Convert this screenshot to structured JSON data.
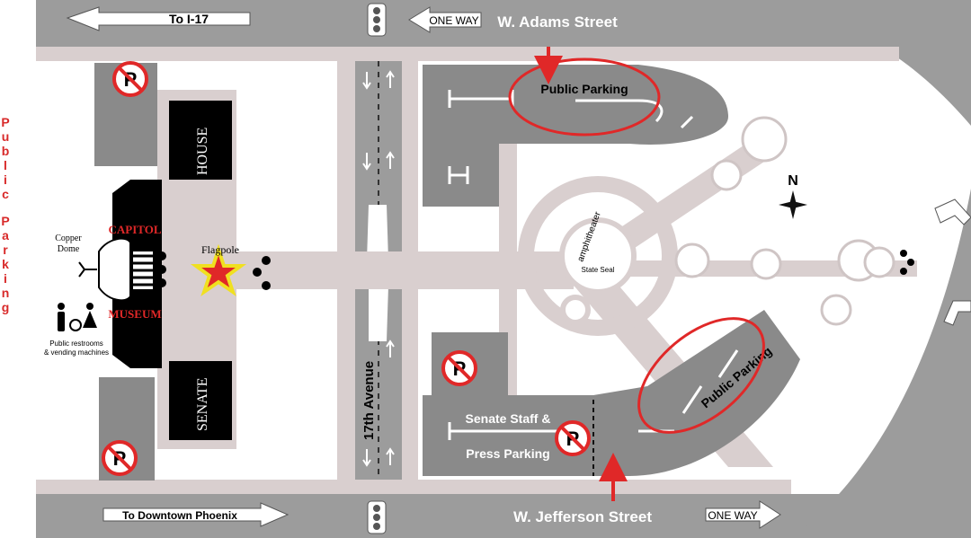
{
  "legend": {
    "title_word1": "Public",
    "title_word2": "Parking"
  },
  "streets": {
    "north": "W. Adams Street",
    "south": "W. Jefferson Street",
    "west_avenue": "17th Avenue"
  },
  "directions": {
    "to_i17": "To I-17",
    "to_downtown": "To Downtown Phoenix",
    "one_way": "ONE WAY"
  },
  "buildings": {
    "house": "HOUSE",
    "senate": "SENATE",
    "capitol": "CAPITOL",
    "museum": "MUSEUM",
    "copper_dome": [
      "Copper",
      "Dome"
    ],
    "restrooms": [
      "Public restrooms",
      "& vending machines"
    ]
  },
  "landmarks": {
    "flagpole": "Flagpole",
    "amphitheater": "amphitheater",
    "state_seal": "State Seal",
    "north": "N"
  },
  "parking": {
    "public_north": "Public Parking",
    "public_east": "Public Parking",
    "senate_staff": [
      "Senate Staff &",
      "Press Parking"
    ],
    "no_parking_symbol": "P"
  },
  "colors": {
    "road": "#9c9c9c",
    "lot": "#8a8a8a",
    "path": "#d9cfcf",
    "accent_red": "#e02828",
    "building": "#000000",
    "star": "#f0e020"
  }
}
